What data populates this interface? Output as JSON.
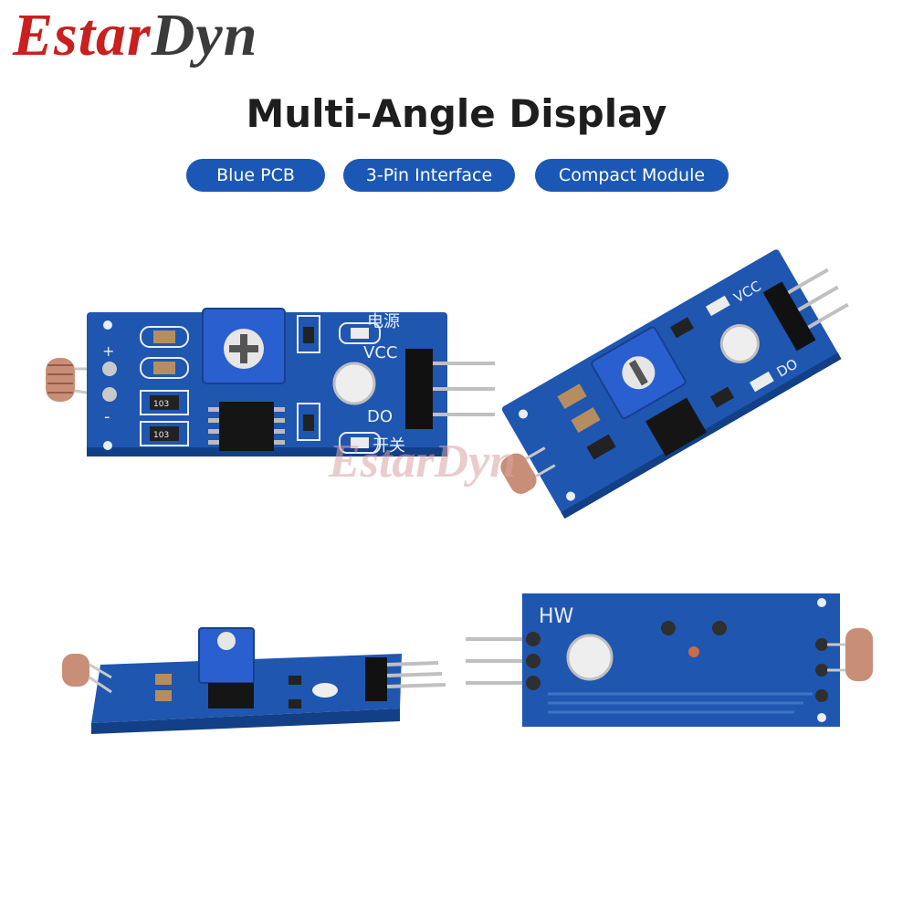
{
  "brand": {
    "part_a": "Estar",
    "part_b": "Dyn",
    "watermark": "EstarDyn",
    "color_red": "#c8201f",
    "color_dark": "#3b3b3b"
  },
  "headline": "Multi-Angle Display",
  "tags": [
    "Blue PCB",
    "3-Pin Interface",
    "Compact Module"
  ],
  "colors": {
    "pcb": "#1f56b0",
    "pcb_dark": "#123f86",
    "tag_bg": "#1b58b5",
    "potentiometer": "#2a5fd0",
    "silkscreen": "#e8eef8"
  },
  "silkscreen": {
    "vcc": "VCC",
    "do": "DO",
    "plus": "+",
    "minus": "-",
    "power_cn": "电源",
    "switch_cn": "开关",
    "resistor_code": "103",
    "back_label": "HW"
  }
}
